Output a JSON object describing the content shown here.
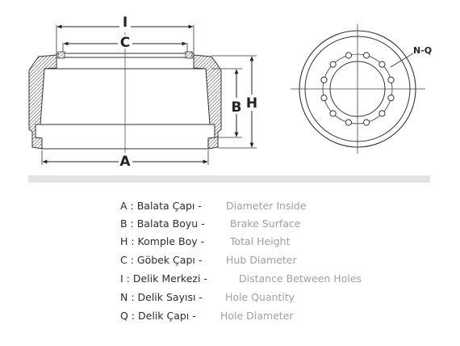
{
  "drawing": {
    "side_view_labels": {
      "i": "I",
      "c": "C",
      "b": "B",
      "h": "H",
      "a": "A"
    },
    "front_view_label": "N-Q"
  },
  "legend": [
    {
      "tr": "A : Balata Çapı -",
      "en": "Diameter Inside"
    },
    {
      "tr": "B : Balata Boyu -",
      "en": "Brake Surface"
    },
    {
      "tr": "H : Komple Boy -",
      "en": "Total Height"
    },
    {
      "tr": "C : Göbek Çapı -",
      "en": "Hub Diameter"
    },
    {
      "tr": "I : Delik Merkezi -",
      "en": "Distance Between Holes"
    },
    {
      "tr": "N : Delik Sayısı -",
      "en": "Hole Quantity"
    },
    {
      "tr": "Q : Delik Çapı -",
      "en": "Hole Diameter"
    }
  ]
}
